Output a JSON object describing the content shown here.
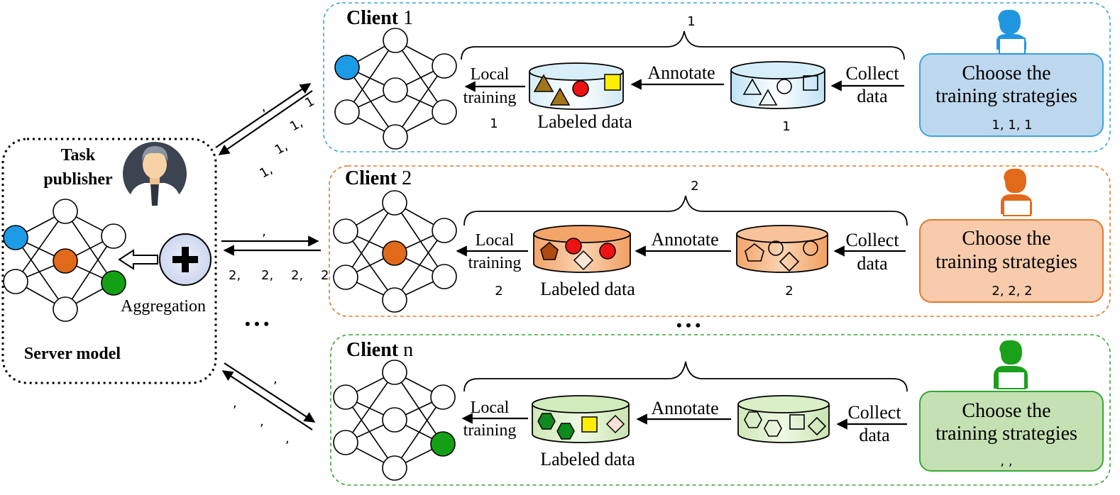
{
  "server": {
    "task_publisher": [
      "Task",
      "publisher"
    ],
    "aggregation": "Aggregation",
    "server_model": "Server model",
    "link_marks": {
      "c1_upper": ",",
      "c1_lower": [
        "1,",
        "1,",
        "1,",
        "1"
      ],
      "c2_upper": ",",
      "c2_lower": [
        "2,",
        "2,",
        "2,",
        "2"
      ],
      "cn_marks": [
        ",",
        ",",
        ",",
        ","
      ]
    },
    "left_dots": "• • •"
  },
  "clients": [
    {
      "key": "c1",
      "title_bold": "Client",
      "title_num": " 1",
      "brace_label": "1",
      "local": [
        "Local",
        "training"
      ],
      "local_sub": "1",
      "labeled": "Labeled data",
      "annotate": "Annotate",
      "collect": [
        "Collect",
        "data"
      ],
      "raw_sub": "1",
      "choose": [
        "Choose the",
        "training strategies"
      ],
      "choose_sub": "1,    1,    1",
      "accent": "#2196e0"
    },
    {
      "key": "c2",
      "title_bold": "Client",
      "title_num": " 2",
      "brace_label": "2",
      "local": [
        "Local",
        "training"
      ],
      "local_sub": "2",
      "labeled": "Labeled data",
      "annotate": "Annotate",
      "collect": [
        "Collect",
        "data"
      ],
      "raw_sub": "2",
      "choose": [
        "Choose the",
        "training strategies"
      ],
      "choose_sub": "2,    2,    2",
      "accent": "#e06a1a"
    },
    {
      "key": "cn",
      "title_bold": "Client",
      "title_num": " n",
      "brace_label": "",
      "local": [
        "Local",
        "training"
      ],
      "local_sub": "",
      "labeled": "Labeled data",
      "annotate": "Annotate",
      "collect": [
        "Collect",
        "data"
      ],
      "raw_sub": "",
      "choose": [
        "Choose the",
        "training strategies"
      ],
      "choose_sub": ",      ,",
      "accent": "#1aa01a"
    }
  ],
  "between_dots": "• • •",
  "colors": {
    "blue_node": "#1e9be6",
    "orange_node": "#e06a1a",
    "green_node": "#14a014",
    "c1_border": "#3aa6d8",
    "c2_border": "#e07a2a",
    "cn_border": "#34a834",
    "c1_panel": "#bdd7ee",
    "c2_panel": "#f8cbad",
    "cn_panel": "#c5e0b3"
  }
}
